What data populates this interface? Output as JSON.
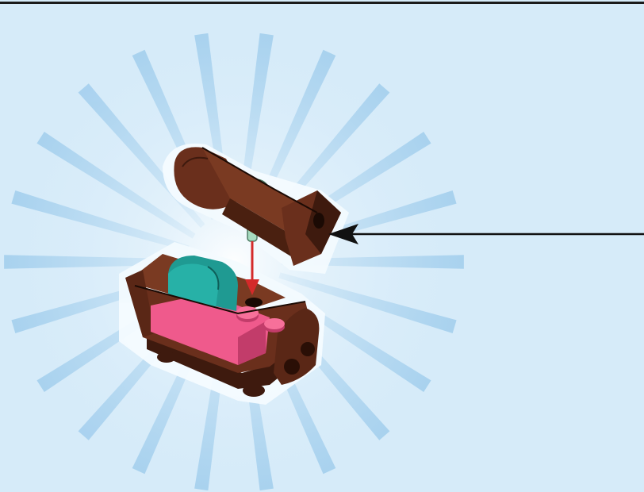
{
  "scene": {
    "background": "#d6ebf9",
    "burst_color": "#9ccbec",
    "part_colors": {
      "reddish_brown": "#6a2f1c",
      "reddish_brown_dark": "#3e1a0e",
      "dark_turquoise": "#1f9a92",
      "bright_pink": "#ef5a8c",
      "dark_pink": "#c23c6a",
      "tan_connector": "#a7dcc0",
      "arrow_red": "#d42a2a",
      "callout_line": "#111111"
    },
    "icons": [
      "sofa-assembly",
      "arm-piece",
      "insert-arrow",
      "callout-arrow"
    ]
  }
}
